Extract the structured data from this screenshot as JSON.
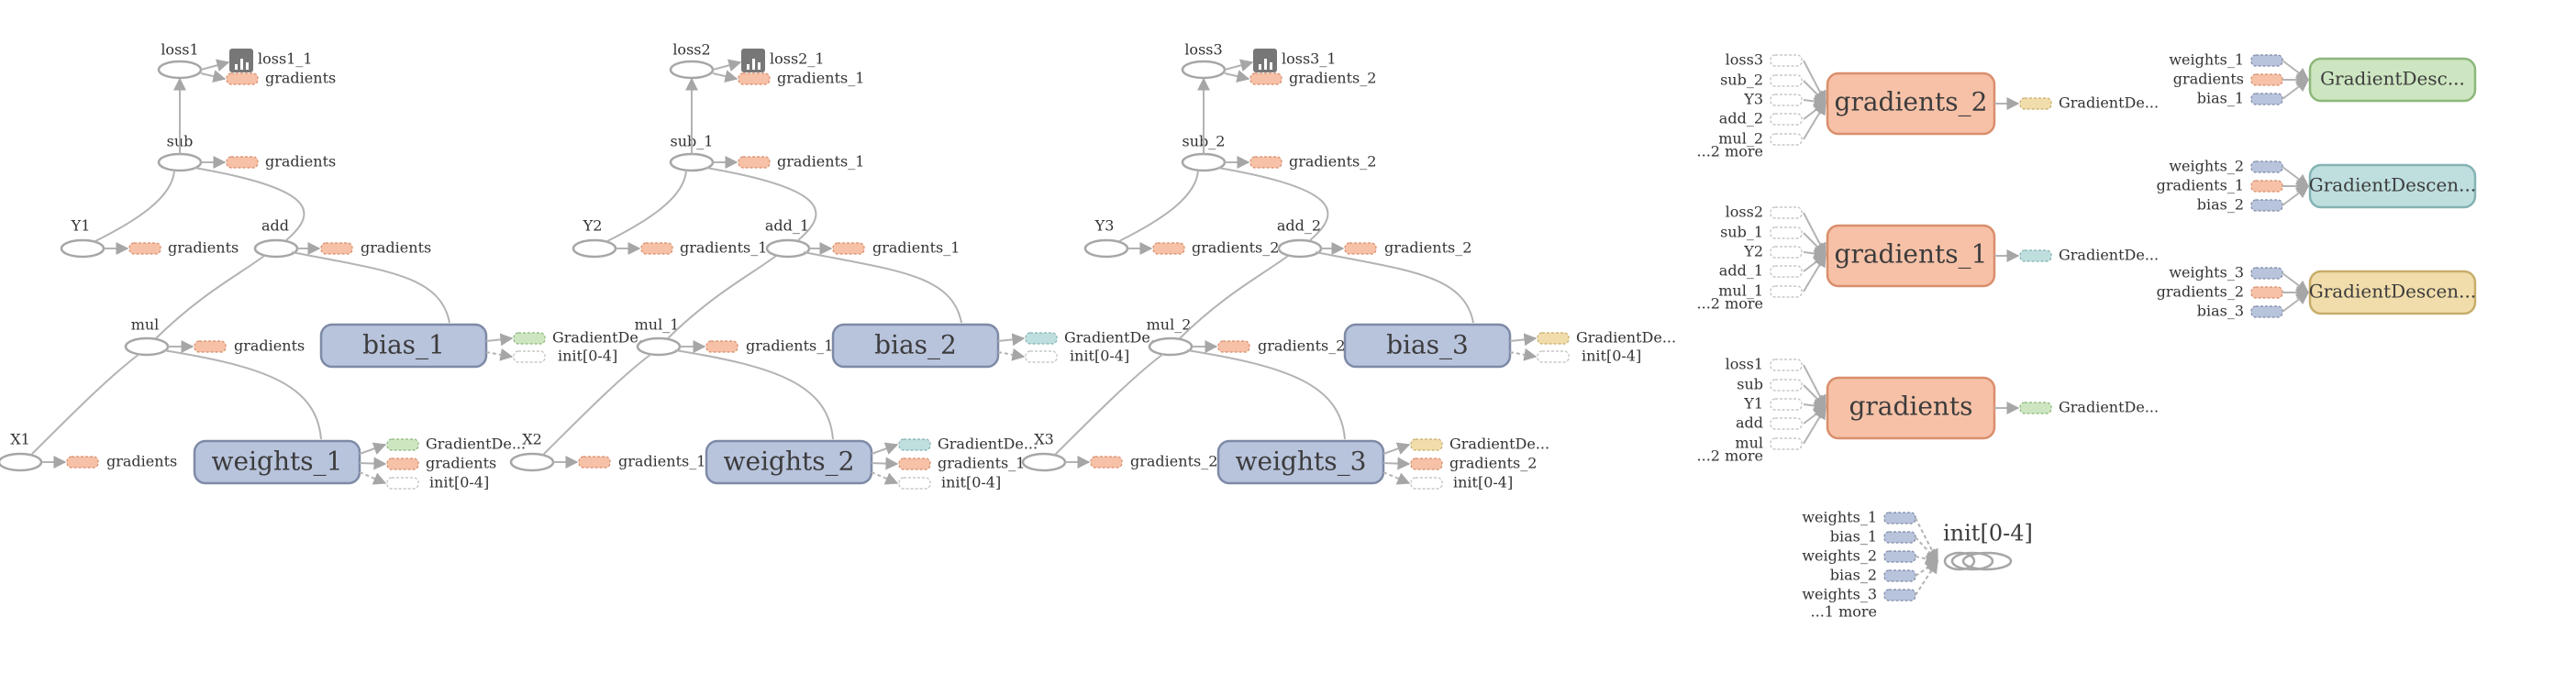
{
  "colors": {
    "grad_fill": "#f6c1a7",
    "grad_stroke": "#d98e6c",
    "var_fill": "#b8c3dc",
    "var_stroke": "#7e8aa6",
    "green_fill": "#cde6c1",
    "green_stroke": "#8cb77a",
    "teal_fill": "#bfdede",
    "teal_stroke": "#84b3b3",
    "tan_fill": "#f1ddab",
    "tan_stroke": "#c7ad6a",
    "summary_fill": "#777777",
    "edge": "#b3b3b3"
  },
  "towers": [
    {
      "loss": "loss1",
      "summary": "loss1_1",
      "loss_grad": "gradients",
      "sub": "sub",
      "sub_grad": "gradients",
      "y": "Y1",
      "y_grad": "gradients",
      "add": "add",
      "add_grad": "gradients",
      "mul": "mul",
      "mul_grad": "gradients",
      "x": "X1",
      "x_grad": "gradients",
      "bias": "bias_1",
      "bias_out1": "GradientDe...",
      "bias_out2": "init[0-4]",
      "weights": "weights_1",
      "w_out1": "GradientDe...",
      "w_out2": "gradients",
      "w_out3": "init[0-4]",
      "out_color": "green"
    },
    {
      "loss": "loss2",
      "summary": "loss2_1",
      "loss_grad": "gradients_1",
      "sub": "sub_1",
      "sub_grad": "gradients_1",
      "y": "Y2",
      "y_grad": "gradients_1",
      "add": "add_1",
      "add_grad": "gradients_1",
      "mul": "mul_1",
      "mul_grad": "gradients_1",
      "x": "X2",
      "x_grad": "gradients_1",
      "bias": "bias_2",
      "bias_out1": "GradientDe...",
      "bias_out2": "init[0-4]",
      "weights": "weights_2",
      "w_out1": "GradientDe...",
      "w_out2": "gradients_1",
      "w_out3": "init[0-4]",
      "out_color": "teal"
    },
    {
      "loss": "loss3",
      "summary": "loss3_1",
      "loss_grad": "gradients_2",
      "sub": "sub_2",
      "sub_grad": "gradients_2",
      "y": "Y3",
      "y_grad": "gradients_2",
      "add": "add_2",
      "add_grad": "gradients_2",
      "mul": "mul_2",
      "mul_grad": "gradients_2",
      "x": "X3",
      "x_grad": "gradients_2",
      "bias": "bias_3",
      "bias_out1": "GradientDe...",
      "bias_out2": "init[0-4]",
      "weights": "weights_3",
      "w_out1": "GradientDe...",
      "w_out2": "gradients_2",
      "w_out3": "init[0-4]",
      "out_color": "tan"
    }
  ],
  "grad_groups": [
    {
      "title": "gradients_2",
      "inputs": [
        "loss3",
        "sub_2",
        "Y3",
        "add_2",
        "mul_2"
      ],
      "more": "...2 more",
      "output": "GradientDe...",
      "out_color": "tan"
    },
    {
      "title": "gradients_1",
      "inputs": [
        "loss2",
        "sub_1",
        "Y2",
        "add_1",
        "mul_1"
      ],
      "more": "...2 more",
      "output": "GradientDe...",
      "out_color": "teal"
    },
    {
      "title": "gradients",
      "inputs": [
        "loss1",
        "sub",
        "Y1",
        "add",
        "mul"
      ],
      "more": "...2 more",
      "output": "GradientDe...",
      "out_color": "green"
    }
  ],
  "optimizers": [
    {
      "title": "GradientDesc...",
      "inputs": [
        "weights_1",
        "gradients",
        "bias_1"
      ],
      "color": "green"
    },
    {
      "title": "GradientDescen...",
      "inputs": [
        "weights_2",
        "gradients_1",
        "bias_2"
      ],
      "color": "teal"
    },
    {
      "title": "GradientDescen...",
      "inputs": [
        "weights_3",
        "gradients_2",
        "bias_3"
      ],
      "color": "tan"
    }
  ],
  "init": {
    "title": "init[0-4]",
    "inputs": [
      "weights_1",
      "bias_1",
      "weights_2",
      "bias_2",
      "weights_3"
    ],
    "more": "...1 more"
  }
}
